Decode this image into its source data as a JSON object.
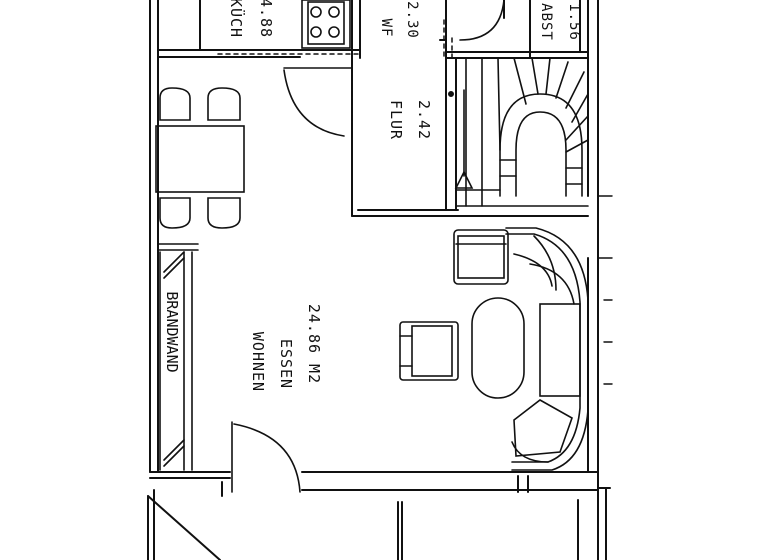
{
  "plan": {
    "rooms": {
      "kitchen": {
        "name": "KÜCH",
        "area": "4.88"
      },
      "wc": {
        "name": "WF",
        "area": "2.30"
      },
      "storage": {
        "name": "ABST",
        "area": "1.56"
      },
      "hall": {
        "name": "FLUR",
        "area": "2.42"
      },
      "living": {
        "name": "WOHNEN",
        "name2": "ESSEN",
        "area": "24.86 M2"
      }
    },
    "walls": {
      "party_wall": "BRANDWAND"
    },
    "colors": {
      "ink": "#111111",
      "paper": "#ffffff",
      "hatch": "#333333"
    }
  }
}
